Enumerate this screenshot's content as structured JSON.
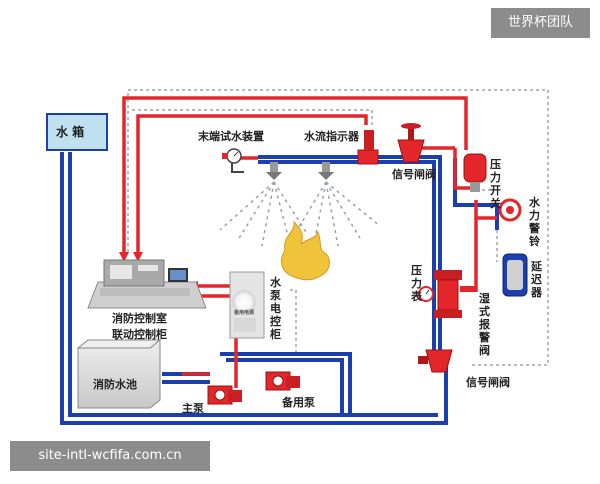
{
  "labels": {
    "tank": "水 箱",
    "end_test": "末端试水装置",
    "flow_indicator": "水流指示器",
    "signal_valve_top": "信号闸阀",
    "pressure_switch": "压力开关",
    "water_bell": "水力警铃",
    "retarder": "延迟器",
    "pressure_gauge": "压力表",
    "wet_alarm_valve": "湿式报警阀",
    "signal_valve_bottom": "信号闸阀",
    "control_room": "消防控制室",
    "control_cabinet": "联动控制柜",
    "pump_control": "水泵电控柜",
    "pool": "消防水池",
    "main_pump": "主泵",
    "backup_pump": "备用泵",
    "panel_text": "备用电源"
  },
  "watermark": {
    "team": "世界杯团队",
    "site": "site-intl-wcfifa.com.cn"
  },
  "colors": {
    "red_pipe": "#e3262a",
    "blue_pipe": "#1b3fae",
    "tank_fill": "#bfe1ef",
    "pool_fill": "#d9d9d9",
    "fire": "#f0c43a"
  }
}
